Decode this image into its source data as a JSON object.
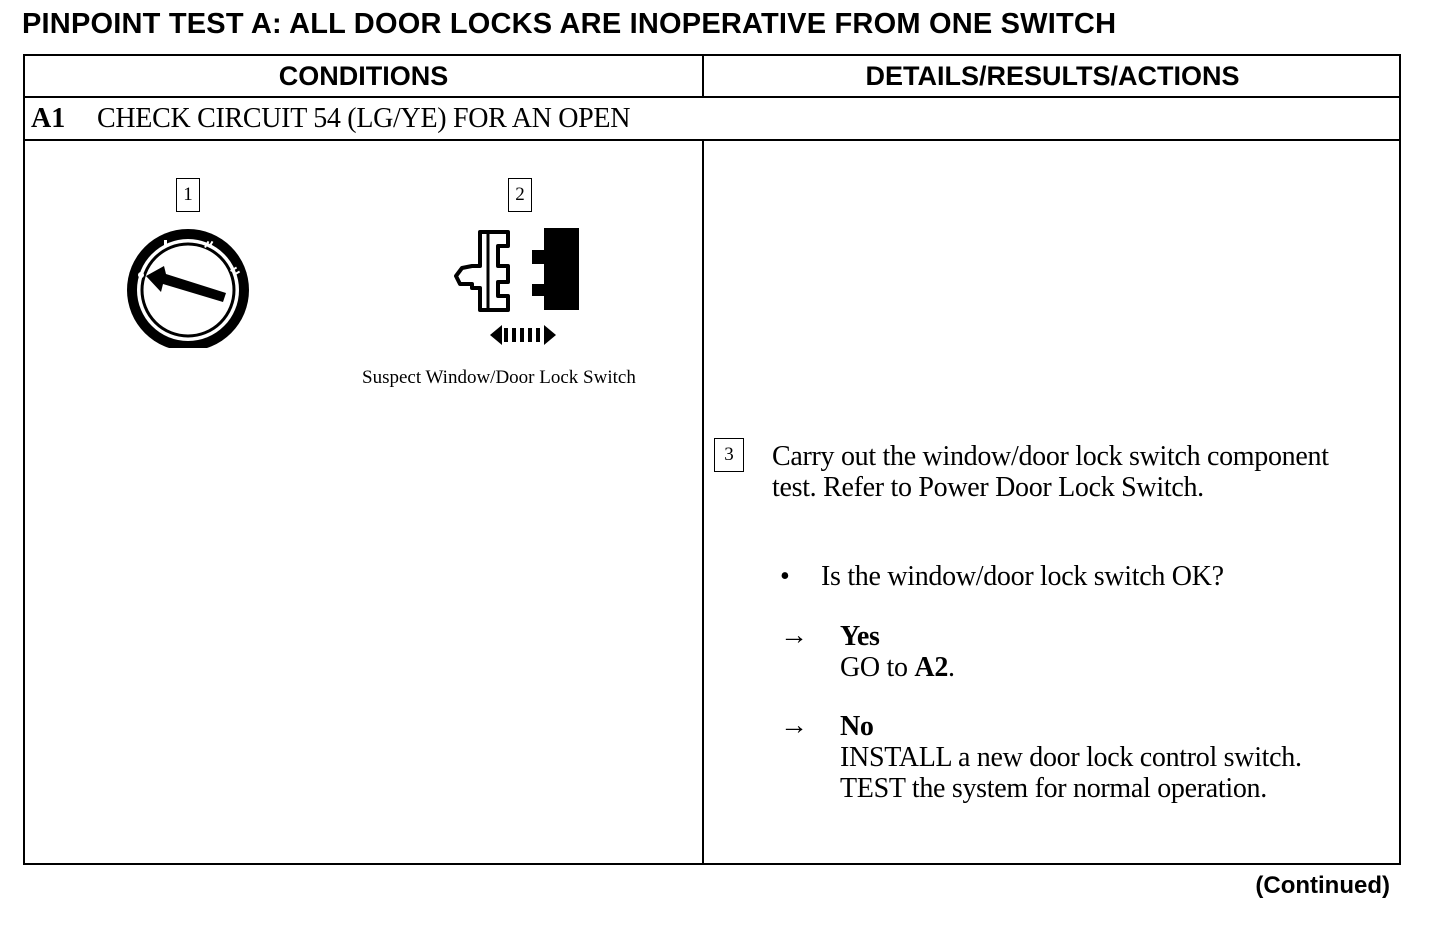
{
  "title": "PINPOINT TEST A: ALL DOOR LOCKS ARE INOPERATIVE FROM ONE SWITCH",
  "table": {
    "header_left": "CONDITIONS",
    "header_right": "DETAILS/RESULTS/ACTIONS",
    "step": {
      "id": "A1",
      "text": "CHECK CIRCUIT 54 (LG/YE) FOR AN OPEN"
    }
  },
  "conditions": {
    "callout_1": "1",
    "callout_2": "2",
    "switch_caption": "Suspect Window/Door Lock Switch",
    "ignition_icon": "ignition-key-switch-off",
    "connector_icon": "disconnect-connector"
  },
  "details": {
    "callout_3": "3",
    "instruction_line1": "Carry out the window/door lock switch component",
    "instruction_line2": "test. Refer to Power Door Lock Switch.",
    "question_bullet": "•",
    "question": "Is the window/door lock switch OK?",
    "arrow": "→",
    "yes_label": "Yes",
    "yes_action": "GO to A2.",
    "no_label": "No",
    "no_action_line1": "INSTALL a new door lock control switch.",
    "no_action_line2": "TEST the system for normal operation."
  },
  "footer": {
    "continued": "(Continued)"
  }
}
